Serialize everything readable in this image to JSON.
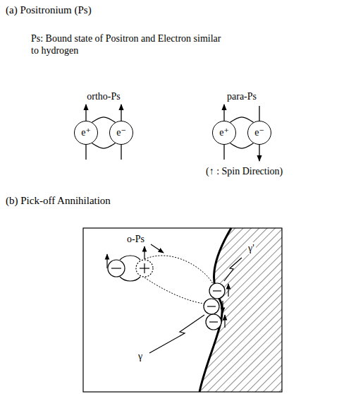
{
  "diagram": {
    "nodes": [
      {
        "text": [
          "e⁺"
        ]
      },
      {
        "text": [
          "e⁻"
        ]
      },
      {
        "text": [
          "e⁺"
        ]
      },
      {
        "text": [
          "e⁻"
        ]
      }
    ],
    "edges": [
      {
        "from": 0,
        "to": 1,
        "arrow": "none"
      },
      {
        "from": 0,
        "to": 1,
        "arrow": "none"
      },
      {
        "from": 2,
        "to": 3,
        "arrow": "none"
      },
      {
        "from": 2,
        "to": 3,
        "arrow": "none"
      }
    ],
    "labels": [
      "(a) Positronium (Ps)",
      "Ps: Bound state of Positron and Electron similar to hydrogen",
      "ortho-Ps",
      "para-Ps",
      "(↑ : Spin Direction)",
      "(b) Pick-off Annihilation",
      "o-Ps",
      "γ'",
      "γ"
    ]
  }
}
